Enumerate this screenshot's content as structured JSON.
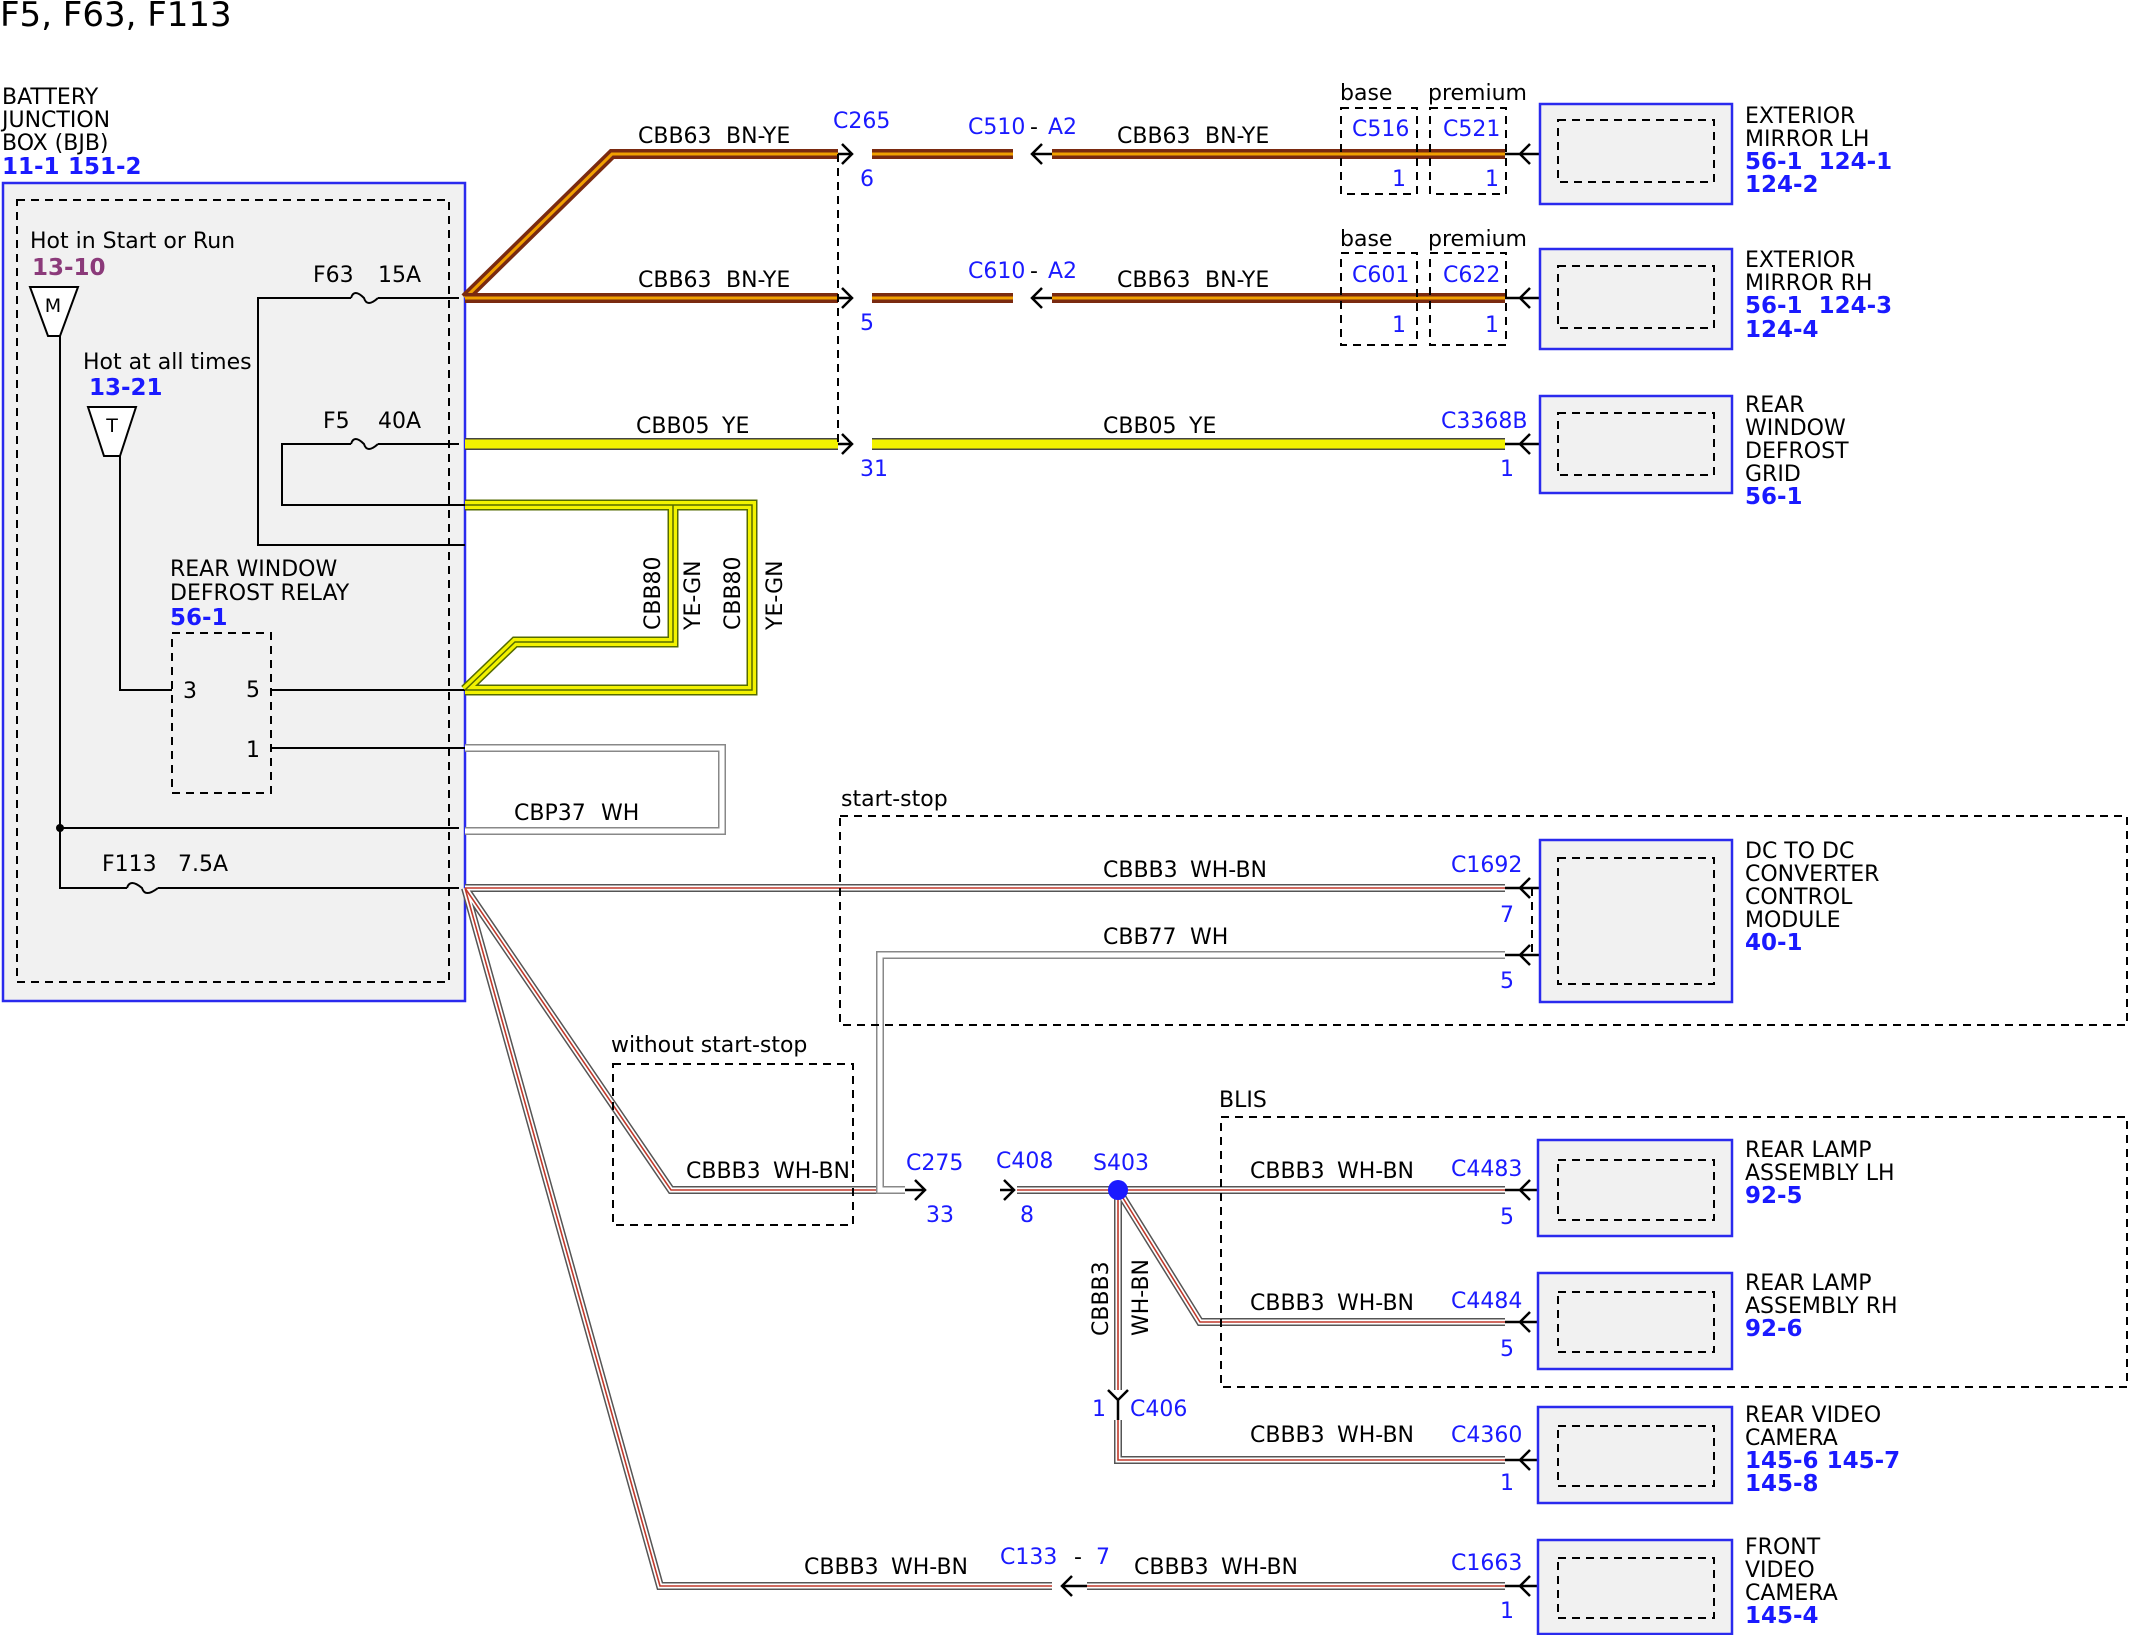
{
  "title": "F5, F63, F113",
  "bjb": {
    "name_lines": [
      "BATTERY",
      "JUNCTION",
      "BOX (BJB)"
    ],
    "refs": [
      "11-1",
      "151-2"
    ],
    "hot_start_run": {
      "label": "Hot in Start or Run",
      "ref": "13-10",
      "symbol": "M"
    },
    "hot_all_times": {
      "label": "Hot at all times",
      "ref": "13-21",
      "symbol": "T"
    },
    "fuses": [
      {
        "id": "F63",
        "rating": "15A"
      },
      {
        "id": "F5",
        "rating": "40A"
      },
      {
        "id": "F113",
        "rating": "7.5A"
      }
    ],
    "relay": {
      "name_lines": [
        "REAR WINDOW",
        "DEFROST RELAY"
      ],
      "ref": "56-1",
      "pins": [
        "3",
        "5",
        "1"
      ]
    }
  },
  "wires": {
    "cbb63": {
      "circuit": "CBB63",
      "color": "BN-YE"
    },
    "cbb05": {
      "circuit": "CBB05",
      "color": "YE"
    },
    "cbb80": {
      "circuit": "CBB80",
      "color": "YE-GN"
    },
    "cbp37": {
      "circuit": "CBP37",
      "color": "WH"
    },
    "cbbb3": {
      "circuit": "CBBB3",
      "color": "WH-BN"
    },
    "cbb77": {
      "circuit": "CBB77",
      "color": "WH"
    }
  },
  "connectors": {
    "c265": {
      "name": "C265",
      "pins": [
        "6",
        "5",
        "31"
      ]
    },
    "c510": {
      "name": "C510",
      "pin": "A2"
    },
    "c610": {
      "name": "C610",
      "pin": "A2"
    },
    "c516": {
      "name": "C516",
      "pin": "1",
      "option": "base"
    },
    "c521": {
      "name": "C521",
      "pin": "1",
      "option": "premium"
    },
    "c601": {
      "name": "C601",
      "pin": "1",
      "option": "base"
    },
    "c622": {
      "name": "C622",
      "pin": "1",
      "option": "premium"
    },
    "c3368b": {
      "name": "C3368B",
      "pin": "1"
    },
    "c1692": {
      "name": "C1692",
      "pins": [
        "7",
        "5"
      ]
    },
    "c275": {
      "name": "C275",
      "pin": "33"
    },
    "c408": {
      "name": "C408",
      "pin": "8"
    },
    "s403": {
      "name": "S403"
    },
    "c4483": {
      "name": "C4483",
      "pin": "5"
    },
    "c4484": {
      "name": "C4484",
      "pin": "5"
    },
    "c406": {
      "name": "C406",
      "pin": "1"
    },
    "c4360": {
      "name": "C4360",
      "pin": "1"
    },
    "c133": {
      "name": "C133",
      "pin": "7"
    },
    "c1663": {
      "name": "C1663",
      "pin": "1"
    }
  },
  "groups": {
    "start_stop": "start-stop",
    "without_start_stop": "without start-stop",
    "blis": "BLIS"
  },
  "components": {
    "mirror_lh": {
      "name_lines": [
        "EXTERIOR",
        "MIRROR LH"
      ],
      "refs": [
        "56-1  124-1",
        "124-2"
      ]
    },
    "mirror_rh": {
      "name_lines": [
        "EXTERIOR",
        "MIRROR RH"
      ],
      "refs": [
        "56-1  124-3",
        "124-4"
      ]
    },
    "defrost_grid": {
      "name_lines": [
        "REAR",
        "WINDOW",
        "DEFROST",
        "GRID"
      ],
      "refs": [
        "56-1"
      ]
    },
    "dcdc": {
      "name_lines": [
        "DC TO DC",
        "CONVERTER",
        "CONTROL",
        "MODULE"
      ],
      "refs": [
        "40-1"
      ]
    },
    "lamp_lh": {
      "name_lines": [
        "REAR LAMP",
        "ASSEMBLY LH"
      ],
      "refs": [
        "92-5"
      ]
    },
    "lamp_rh": {
      "name_lines": [
        "REAR LAMP",
        "ASSEMBLY RH"
      ],
      "refs": [
        "92-6"
      ]
    },
    "rear_camera": {
      "name_lines": [
        "REAR VIDEO",
        "CAMERA"
      ],
      "refs": [
        "145-6 145-7",
        "145-8"
      ]
    },
    "front_camera": {
      "name_lines": [
        "FRONT",
        "VIDEO",
        "CAMERA"
      ],
      "refs": [
        "145-4"
      ]
    }
  },
  "colors": {
    "brown": "#7a2a10",
    "bn_ye_stripe": "#f0a000",
    "yellow": "#f2f200",
    "ye_gn_stripe": "#7fcf1f",
    "wh_bn_stripe": "#c0392b",
    "connector_blue": "#1a1aff",
    "box_fill": "#f1f1f1"
  }
}
